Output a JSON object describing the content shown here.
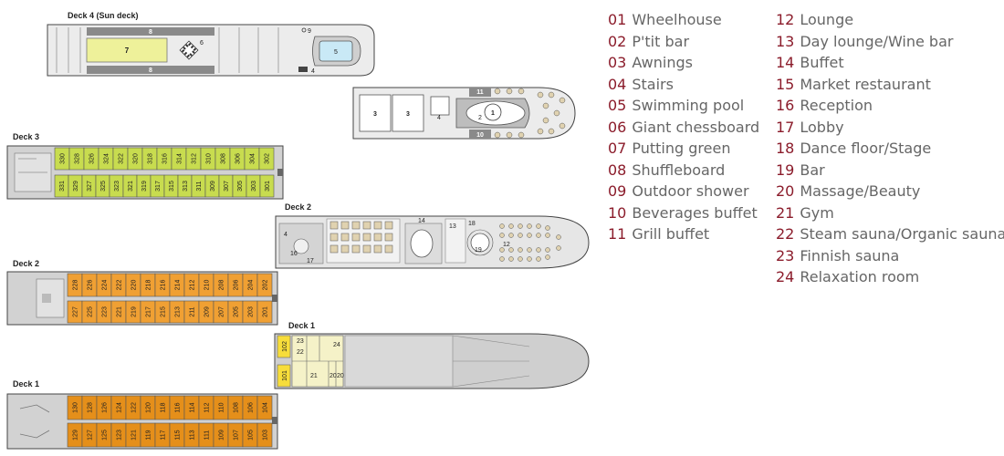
{
  "decks": {
    "sun": "Deck 4 (Sun deck)",
    "d3": "Deck 3",
    "d2_public": "Deck 2",
    "d2_cabins": "Deck 2",
    "d1_public": "Deck 1",
    "d1_cabins": "Deck 1"
  },
  "colors": {
    "lime": "#c8dc4f",
    "orange": "#f0a033",
    "darkorange": "#e58f1a",
    "yellow": "#f7dd3a",
    "cream": "#f5f2c8",
    "hull": "#cfcfcf",
    "accent": "#8b1c2b",
    "legendText": "#666666"
  },
  "cabins": {
    "deck3_top": [
      "330",
      "328",
      "326",
      "324",
      "322",
      "320",
      "318",
      "316",
      "314",
      "312",
      "310",
      "308",
      "306",
      "304",
      "302"
    ],
    "deck3_bottom": [
      "331",
      "329",
      "327",
      "325",
      "323",
      "321",
      "319",
      "317",
      "315",
      "313",
      "311",
      "309",
      "307",
      "305",
      "303",
      "301"
    ],
    "deck2_top": [
      "228",
      "226",
      "224",
      "222",
      "220",
      "218",
      "216",
      "214",
      "212",
      "210",
      "208",
      "206",
      "204",
      "202"
    ],
    "deck2_bottom": [
      "227",
      "225",
      "223",
      "221",
      "219",
      "217",
      "215",
      "213",
      "211",
      "209",
      "207",
      "205",
      "203",
      "201"
    ],
    "deck1_top": [
      "130",
      "128",
      "126",
      "124",
      "122",
      "120",
      "118",
      "116",
      "114",
      "112",
      "110",
      "108",
      "106",
      "104"
    ],
    "deck1_bottom": [
      "129",
      "127",
      "125",
      "123",
      "121",
      "119",
      "117",
      "115",
      "113",
      "111",
      "109",
      "107",
      "105",
      "103"
    ],
    "deck1_public": [
      "102",
      "101"
    ]
  },
  "markers": {
    "m1": "1",
    "m2": "2",
    "m3a": "3",
    "m3b": "3",
    "m4a": "4",
    "m4b": "4",
    "m4c": "4",
    "m5": "5",
    "m6": "6",
    "m7": "7",
    "m8a": "8",
    "m8b": "8",
    "m9": "9",
    "m10": "10",
    "m11": "11",
    "m12": "12",
    "m13": "13",
    "m14": "14",
    "m16": "16",
    "m17": "17",
    "m18": "18",
    "m19": "19",
    "m20a": "20",
    "m20b": "20",
    "m21": "21",
    "m22": "22",
    "m23": "23",
    "m24": "24"
  },
  "legend": [
    {
      "num": "01",
      "label": "Wheelhouse"
    },
    {
      "num": "02",
      "label": "P'tit bar"
    },
    {
      "num": "03",
      "label": "Awnings"
    },
    {
      "num": "04",
      "label": "Stairs"
    },
    {
      "num": "05",
      "label": "Swimming pool"
    },
    {
      "num": "06",
      "label": "Giant chessboard"
    },
    {
      "num": "07",
      "label": "Putting green"
    },
    {
      "num": "08",
      "label": "Shuffleboard"
    },
    {
      "num": "09",
      "label": "Outdoor shower"
    },
    {
      "num": "10",
      "label": "Beverages buffet"
    },
    {
      "num": "11",
      "label": "Grill buffet"
    },
    {
      "num": "12",
      "label": "Lounge"
    },
    {
      "num": "13",
      "label": "Day lounge/Wine bar"
    },
    {
      "num": "14",
      "label": "Buffet"
    },
    {
      "num": "15",
      "label": "Market restaurant"
    },
    {
      "num": "16",
      "label": "Reception"
    },
    {
      "num": "17",
      "label": "Lobby"
    },
    {
      "num": "18",
      "label": "Dance floor/Stage"
    },
    {
      "num": "19",
      "label": "Bar"
    },
    {
      "num": "20",
      "label": "Massage/Beauty"
    },
    {
      "num": "21",
      "label": "Gym"
    },
    {
      "num": "22",
      "label": "Steam sauna/Organic sauna"
    },
    {
      "num": "23",
      "label": "Finnish sauna"
    },
    {
      "num": "24",
      "label": "Relaxation room"
    }
  ]
}
